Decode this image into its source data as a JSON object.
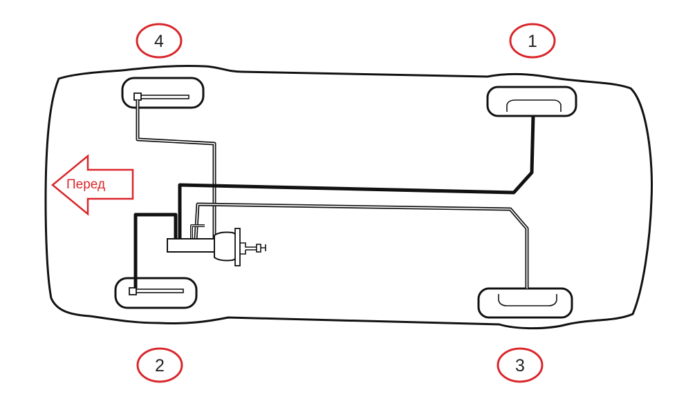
{
  "front_label": "Перед",
  "wheel_numbers": {
    "front_left": "4",
    "rear_left": "1",
    "front_right": "2",
    "rear_right": "3"
  },
  "colors": {
    "accent_red": "#d9262b",
    "outline": "#111111",
    "background": "#ffffff"
  }
}
